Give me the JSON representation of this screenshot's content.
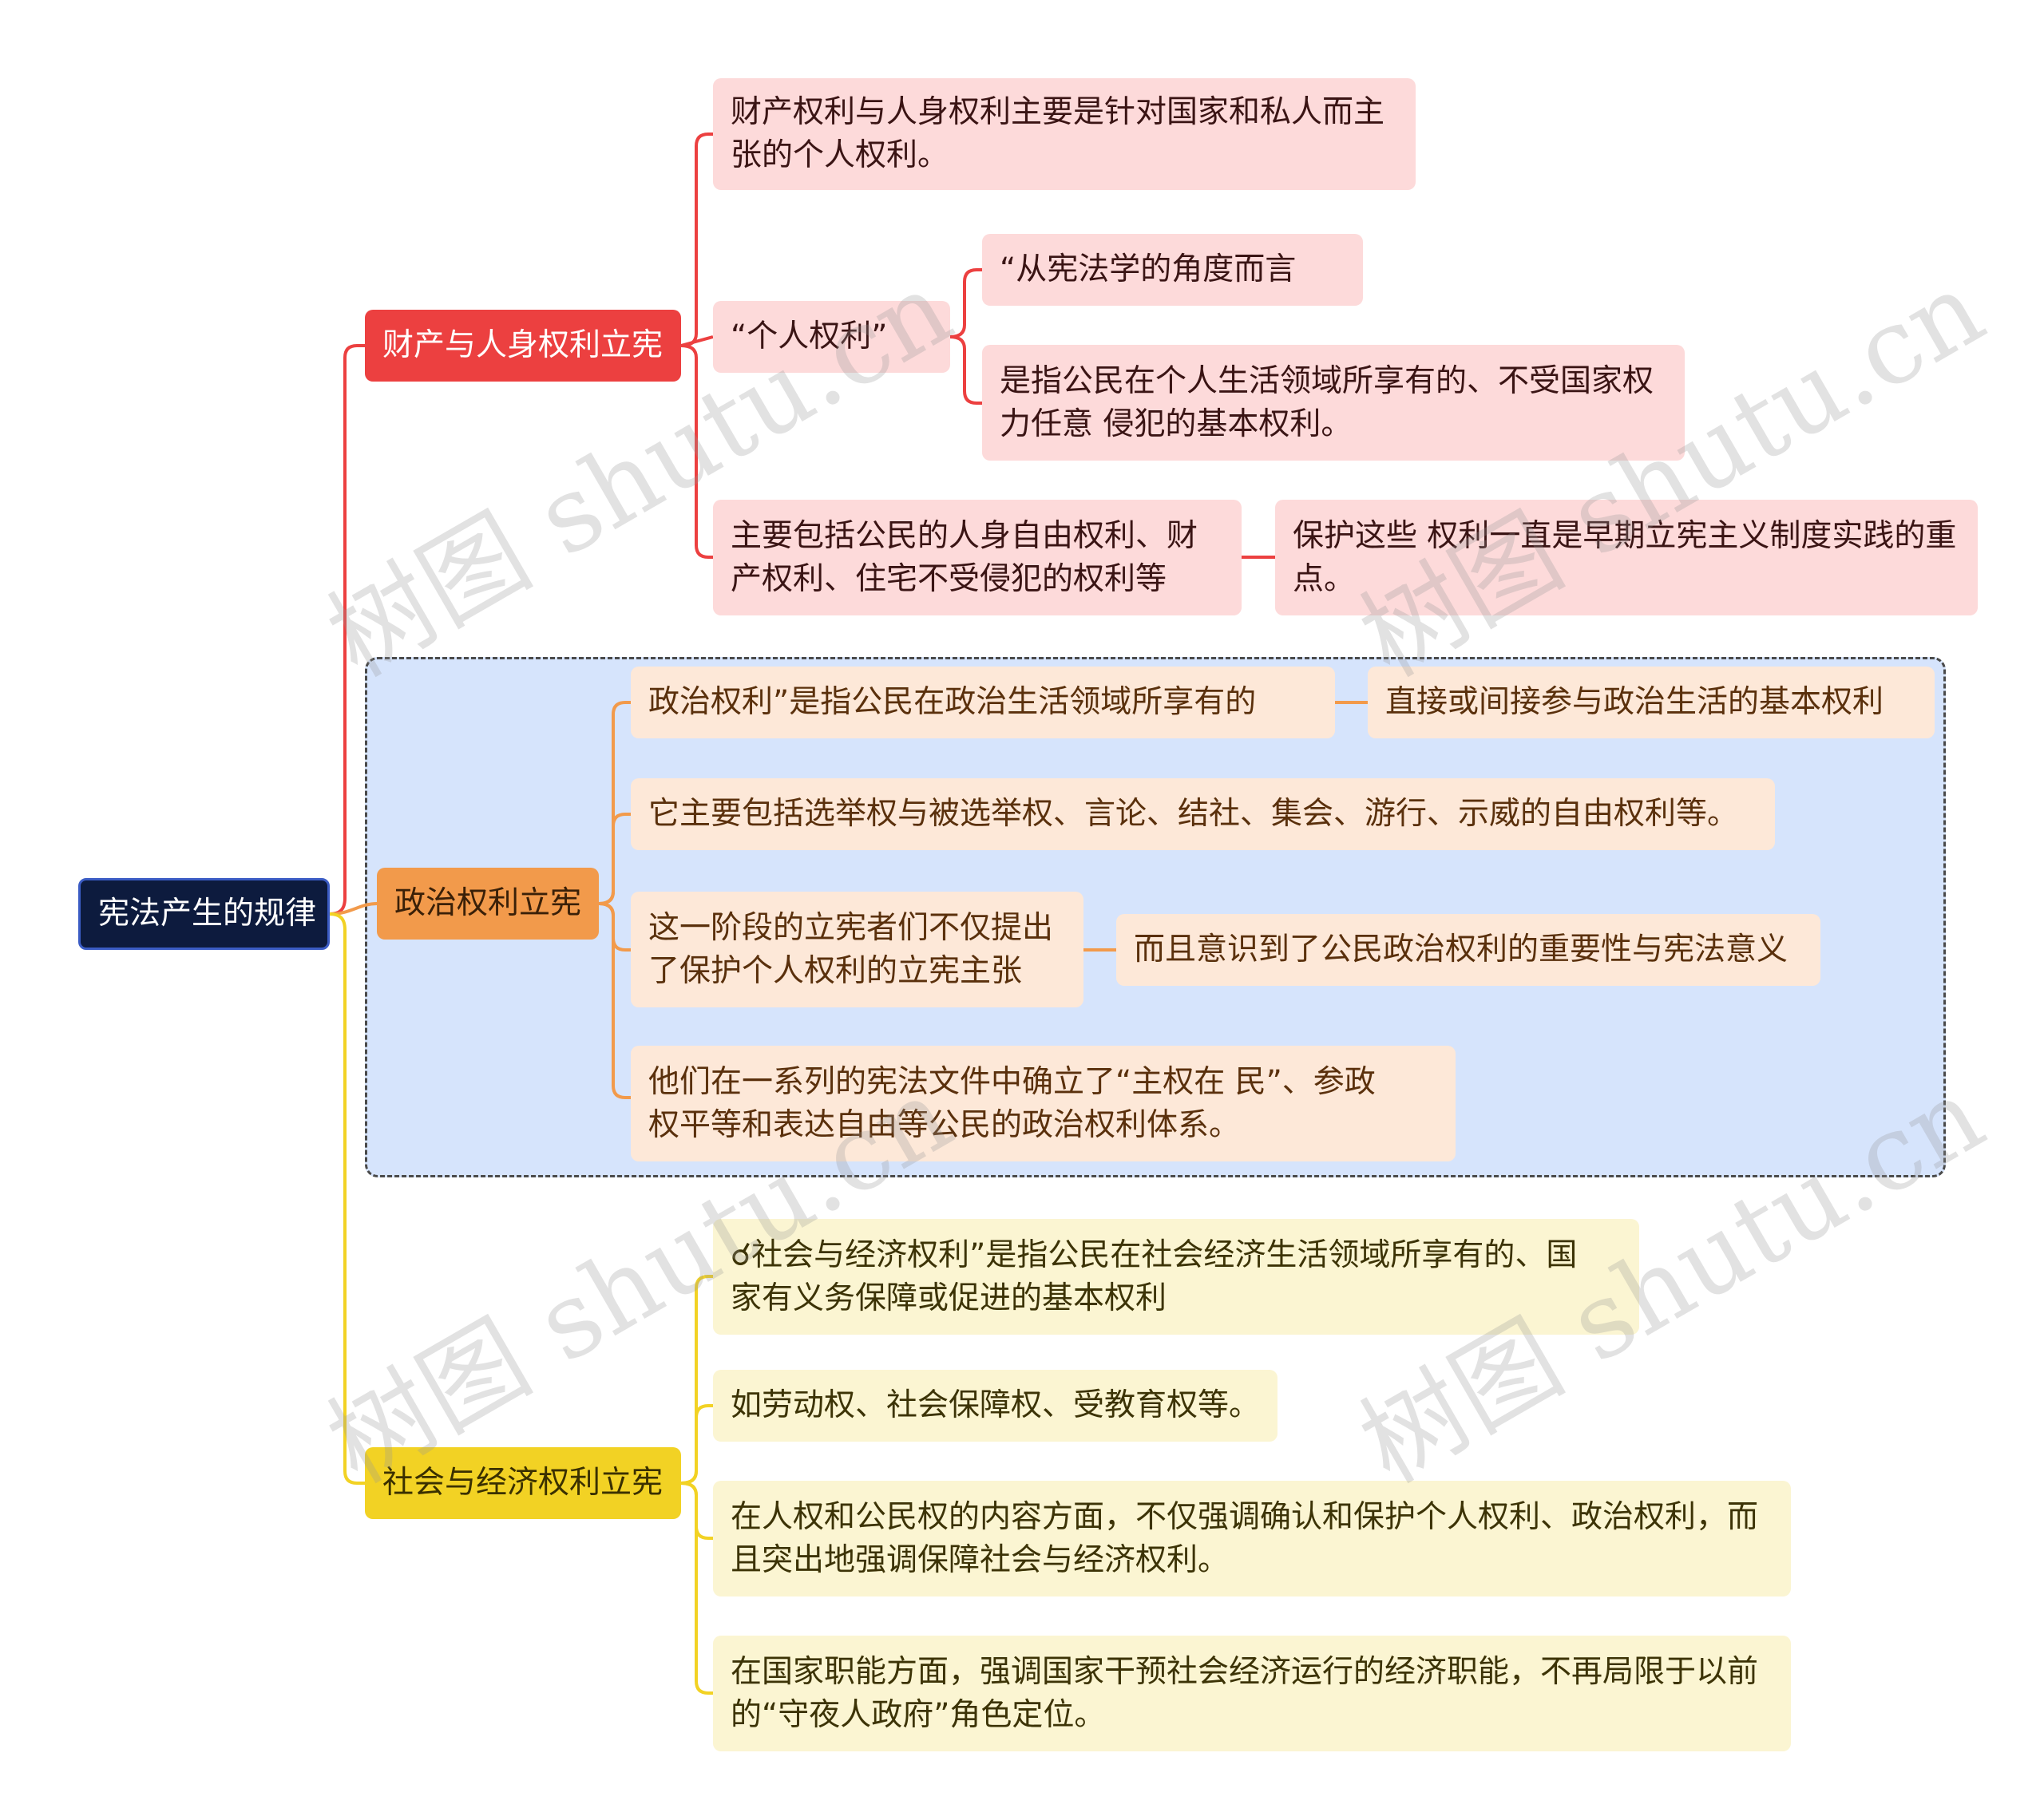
{
  "colors": {
    "root_bg": "#0d1b3e",
    "branch_property": "#ec4040",
    "branch_political": "#f29a4b",
    "branch_social": "#f2d224",
    "leaf_property": "#fddada",
    "leaf_political": "#fde8d8",
    "leaf_social": "#fbf5d2",
    "group_bg": "#d6e4fc"
  },
  "root": {
    "label": "宪法产生的规律"
  },
  "branches": {
    "property": {
      "label": "财产与人身权利立宪",
      "items": {
        "summary": "财产权利与人身权利主要是针对国家和私人而主\n张的个人权利。",
        "personal_rights": "“个人权利”",
        "perspective": "“从宪法学的角度而言",
        "definition": "是指公民在个人生活领域所享有的、不受国家权\n力任意 侵犯的基本权利。",
        "includes": "主要包括公民的人身自由权利、财\n产权利、住宅不受侵犯的权利等",
        "focus": "保护这些 权利一直是早期立宪主义制度实践的重\n点。"
      }
    },
    "political": {
      "label": "政治权利立宪",
      "items": {
        "definition": "政治权利”是指公民在政治生活领域所享有的",
        "definition_cont": "直接或间接参与政治生活的基本权利",
        "includes": "它主要包括选举权与被选举权、言论、结社、集会、游行、示威的自由权利等。",
        "stage": "这一阶段的立宪者们不仅提出\n了保护个人权利的立宪主张",
        "stage_cont": "而且意识到了公民政治权利的重要性与宪法意义",
        "system": "他们在一系列的宪法文件中确立了“主权在 民”、参政\n权平等和表达自由等公民的政治权利体系。"
      }
    },
    "social": {
      "label": "社会与经济权利立宪",
      "items": {
        "definition": "☌社会与经济权利”是指公民在社会经济生活领域所享有的、国\n家有义务保障或促进的基本权利",
        "examples": "如劳动权、社会保障权、受教育权等。",
        "content": "在人权和公民权的内容方面，不仅强调确认和保护个人权利、政治权利，而\n且突出地强调保障社会与经济权利。",
        "function": "在国家职能方面，强调国家干预社会经济运行的经济职能，不再局限于以前\n的“守夜人政府”角色定位。"
      }
    }
  },
  "watermark": "树图 shutu.cn"
}
